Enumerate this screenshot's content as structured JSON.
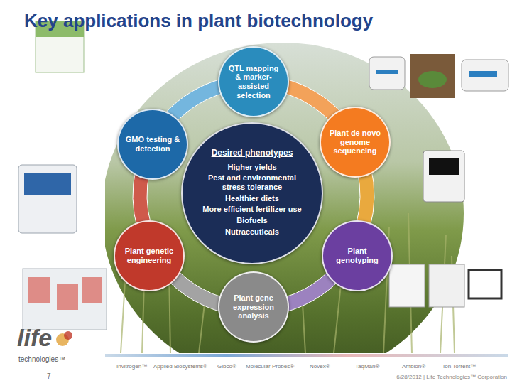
{
  "diagram": {
    "title": "Key applications in plant biotechnology",
    "nodes": [
      {
        "text": [
          "QTL mapping & marker-assisted selection"
        ]
      },
      {
        "text": [
          "GMO testing & detection"
        ]
      },
      {
        "text": [
          "Plant de novo genome sequencing"
        ]
      },
      {
        "text": [
          "Desired phenotypes",
          "Higher yields",
          "Pest and environmental stress tolerance",
          "Healthier diets",
          "More efficient fertilizer use",
          "Biofuels",
          "Nutraceuticals"
        ]
      },
      {
        "text": [
          "Plant genetic engineering"
        ]
      },
      {
        "text": [
          "Plant genotyping"
        ]
      },
      {
        "text": [
          "Plant gene expression analysis"
        ]
      }
    ],
    "labels": [
      "life",
      "technologies™",
      "Invitrogen™",
      "Applied Biosystems®",
      "Gibco®",
      "Molecular Probes®",
      "Novex®",
      "TaqMan®",
      "Ambion®",
      "Ion Torrent™",
      "7",
      "6/28/2012 | Life Technologies™ Corporation"
    ]
  }
}
